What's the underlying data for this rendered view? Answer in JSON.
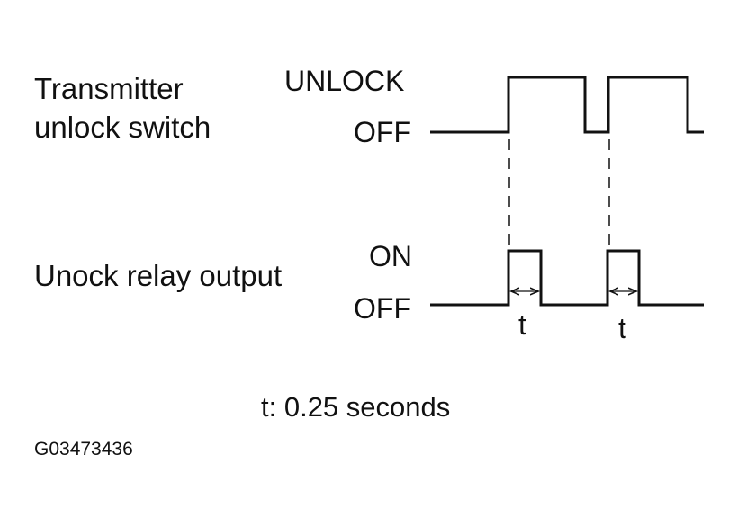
{
  "signals": {
    "switch": {
      "name_line1": "Transmitter",
      "name_line2": "unlock switch",
      "high_label": "UNLOCK",
      "low_label": "OFF"
    },
    "relay": {
      "name": "Unock relay output",
      "high_label": "ON",
      "low_label": "OFF",
      "pulse_label": "t"
    }
  },
  "note": "t: 0.25 seconds",
  "figure_code": "G03473436"
}
